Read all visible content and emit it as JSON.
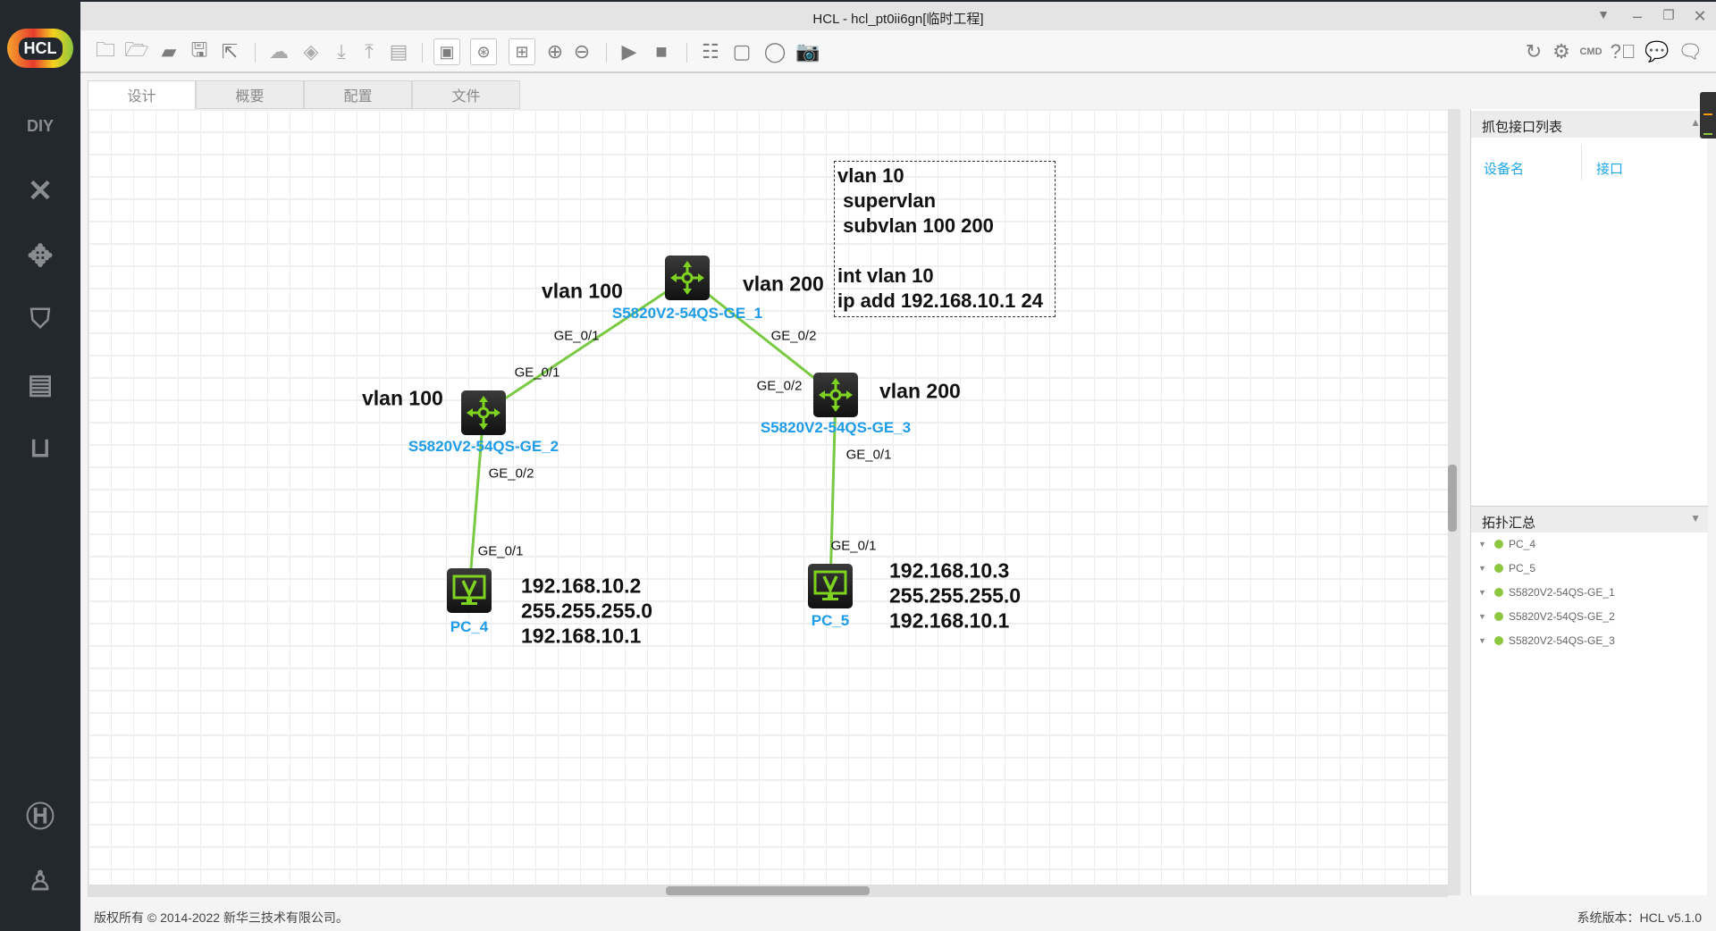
{
  "app": {
    "title": "HCL - hcl_pt0ii6gn[临时工程]",
    "logo": "HCL"
  },
  "sidebar": {
    "items": [
      "diy-icon",
      "cross-connect-icon",
      "router-icon",
      "firewall-icon",
      "server-icon",
      "terminal-icon",
      "h3c-icon",
      "user-icon"
    ]
  },
  "toolbar": {
    "left": [
      "new-project-icon",
      "open-icon",
      "folder-icon",
      "save-icon",
      "export-icon",
      "cloud-icon",
      "layers-icon",
      "download-icon",
      "upload-icon",
      "log-icon",
      "capture-icon",
      "topology-icon",
      "grid-icon",
      "zoom-in-icon",
      "zoom-out-icon",
      "start-icon",
      "stop-icon",
      "add-list-icon",
      "add-rect-icon",
      "add-ellipse-icon",
      "camera-icon"
    ],
    "right": [
      "refresh-icon",
      "settings-icon",
      "cmd-icon",
      "help-icon",
      "wechat-icon",
      "feedback-icon"
    ]
  },
  "tabs": [
    {
      "label": "设计"
    },
    {
      "label": "概要"
    },
    {
      "label": "配置"
    },
    {
      "label": "文件"
    }
  ],
  "topology": {
    "devices": {
      "sw1": "S5820V2-54QS-GE_1",
      "sw2": "S5820V2-54QS-GE_2",
      "sw3": "S5820V2-54QS-GE_3",
      "pc4": "PC_4",
      "pc5": "PC_5"
    },
    "ports": {
      "sw1_a": "GE_0/1",
      "sw1_b": "GE_0/2",
      "sw2_up": "GE_0/1",
      "sw2_down": "GE_0/2",
      "pc4": "GE_0/1",
      "sw3_up": "GE_0/2",
      "sw3_down": "GE_0/1",
      "pc5": "GE_0/1"
    },
    "notes": {
      "sw1_left": "vlan 100",
      "sw1_right": "vlan 200",
      "sw2": "vlan 100",
      "sw3": "vlan 200",
      "pc4": [
        "192.168.10.2",
        "255.255.255.0",
        "192.168.10.1"
      ],
      "pc5": [
        "192.168.10.3",
        "255.255.255.0",
        "192.168.10.1"
      ]
    },
    "config_box": "vlan 10\n supervlan\n subvlan 100 200\n\nint vlan 10\nip add 192.168.10.1 24",
    "link_color": "#7ac943"
  },
  "capture_panel": {
    "title": "抓包接口列表",
    "col_device": "设备名",
    "col_interface": "接口"
  },
  "summary_panel": {
    "title": "拓扑汇总",
    "items": [
      "PC_4",
      "PC_5",
      "S5820V2-54QS-GE_1",
      "S5820V2-54QS-GE_2",
      "S5820V2-54QS-GE_3"
    ]
  },
  "status": {
    "copyright": "版权所有 © 2014-2022 新华三技术有限公司。",
    "version": "系统版本：HCL v5.1.0"
  }
}
